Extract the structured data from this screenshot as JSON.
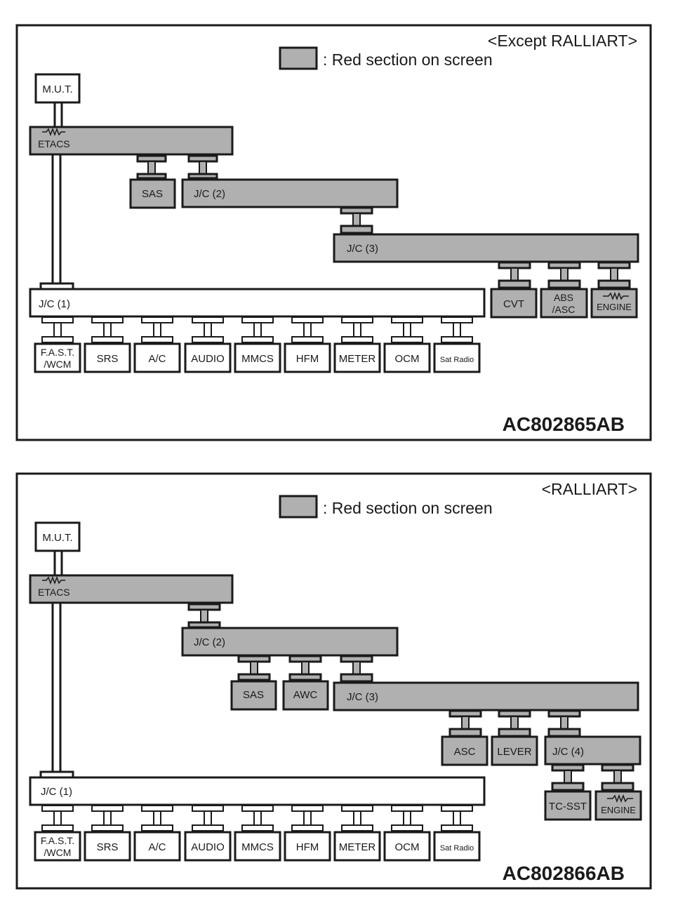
{
  "diagrams": [
    {
      "variant": "<Except RALLIART>",
      "legend": ": Red section on screen",
      "code": "AC802865AB",
      "mut": "M.U.T.",
      "etacs": "ETACS",
      "sas": "SAS",
      "jc2": "J/C (2)",
      "jc3": "J/C (3)",
      "jc1": "J/C (1)",
      "cvt": "CVT",
      "abs_line1": "ABS",
      "abs_line2": "/ASC",
      "engine": "ENGINE",
      "jc1_nodes": [
        {
          "line1": "F.A.S.T.",
          "line2": "/WCM"
        },
        {
          "line1": "SRS"
        },
        {
          "line1": "A/C"
        },
        {
          "line1": "AUDIO"
        },
        {
          "line1": "MMCS"
        },
        {
          "line1": "HFM"
        },
        {
          "line1": "METER"
        },
        {
          "line1": "OCM"
        },
        {
          "line1": "Sat Radio"
        }
      ]
    },
    {
      "variant": "<RALLIART>",
      "legend": ": Red section on screen",
      "code": "AC802866AB",
      "mut": "M.U.T.",
      "etacs": "ETACS",
      "jc2": "J/C (2)",
      "sas": "SAS",
      "awc": "AWC",
      "jc3": "J/C (3)",
      "asc": "ASC",
      "lever": "LEVER",
      "jc4": "J/C (4)",
      "tcsst": "TC-SST",
      "engine": "ENGINE",
      "jc1": "J/C (1)",
      "jc1_nodes": [
        {
          "line1": "F.A.S.T.",
          "line2": "/WCM"
        },
        {
          "line1": "SRS"
        },
        {
          "line1": "A/C"
        },
        {
          "line1": "AUDIO"
        },
        {
          "line1": "MMCS"
        },
        {
          "line1": "HFM"
        },
        {
          "line1": "METER"
        },
        {
          "line1": "OCM"
        },
        {
          "line1": "Sat Radio"
        }
      ]
    }
  ]
}
